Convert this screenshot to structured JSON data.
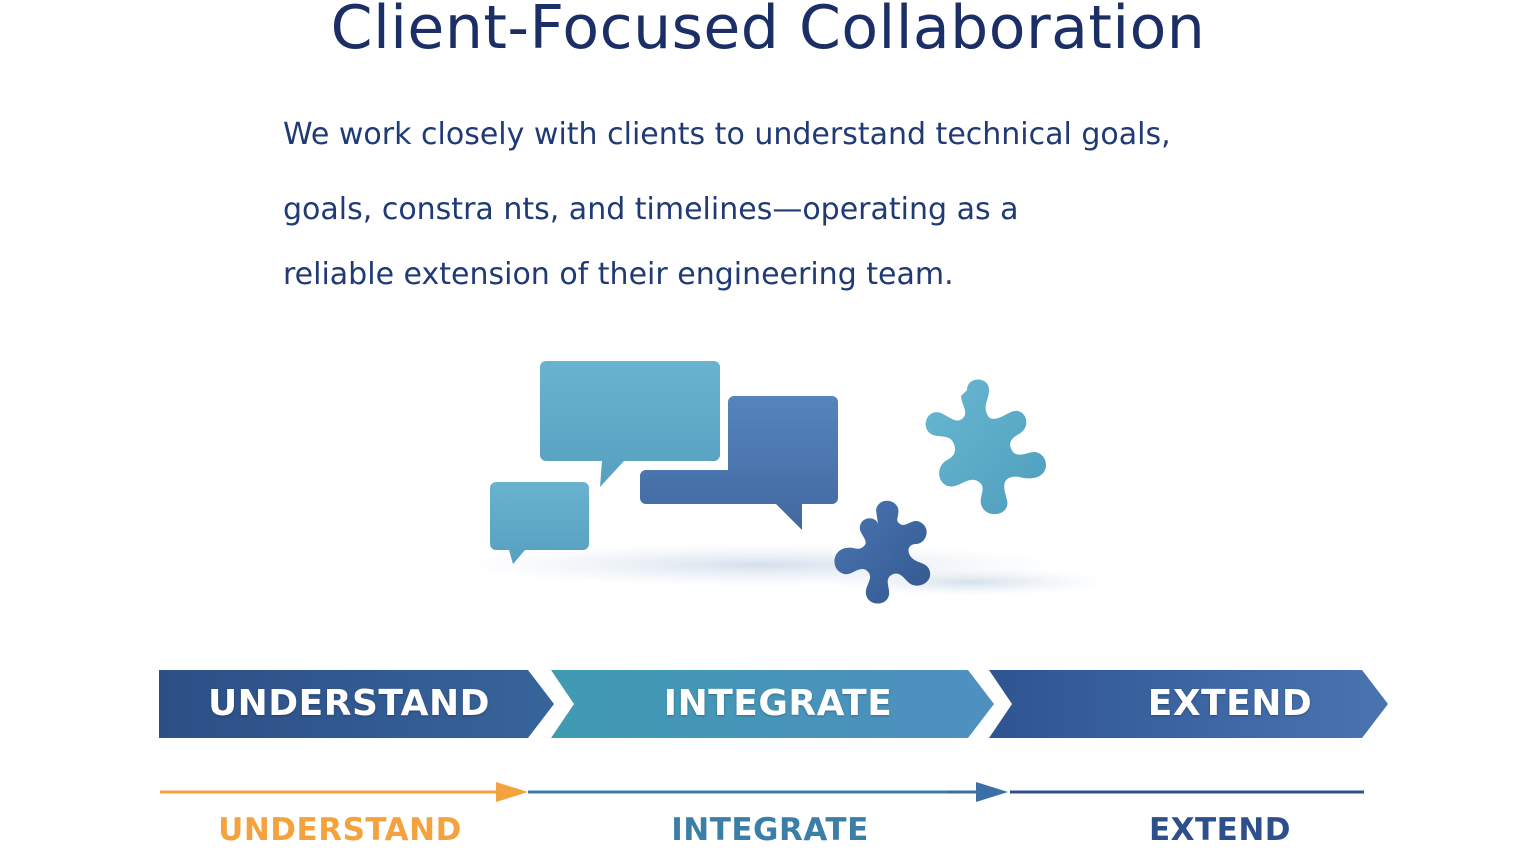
{
  "title": "Client-Focused Collaboration",
  "paragraph": {
    "line1": "We work closely with clients to understand technical goals,",
    "line2": "goals, constra nts, and timelines—operating as a",
    "line3": "reliable extension of their engineering team."
  },
  "illustration": {
    "icons": [
      "speech-bubbles-icon",
      "puzzle-pieces-icon"
    ]
  },
  "steps": [
    {
      "label": "UNDERSTAND"
    },
    {
      "label": "INTEGRATE"
    },
    {
      "label": "EXTEND"
    }
  ],
  "timeline": [
    {
      "label": "UNDERSTAND",
      "color": "#f4a23e"
    },
    {
      "label": "INTEGRATE",
      "color": "#3b7fa6"
    },
    {
      "label": "EXTEND",
      "color": "#2d4f8c"
    }
  ],
  "colors": {
    "title": "#1b2f66",
    "text": "#1f3a75",
    "chevron_dark": "#2f5189",
    "chevron_teal": "#4a9bb8",
    "chevron_blue": "#3a64a3",
    "bubble_teal": "#5fa9c6",
    "bubble_blue": "#4a78b0",
    "puzzle_teal": "#5eaec8",
    "puzzle_blue": "#3d66a6"
  }
}
